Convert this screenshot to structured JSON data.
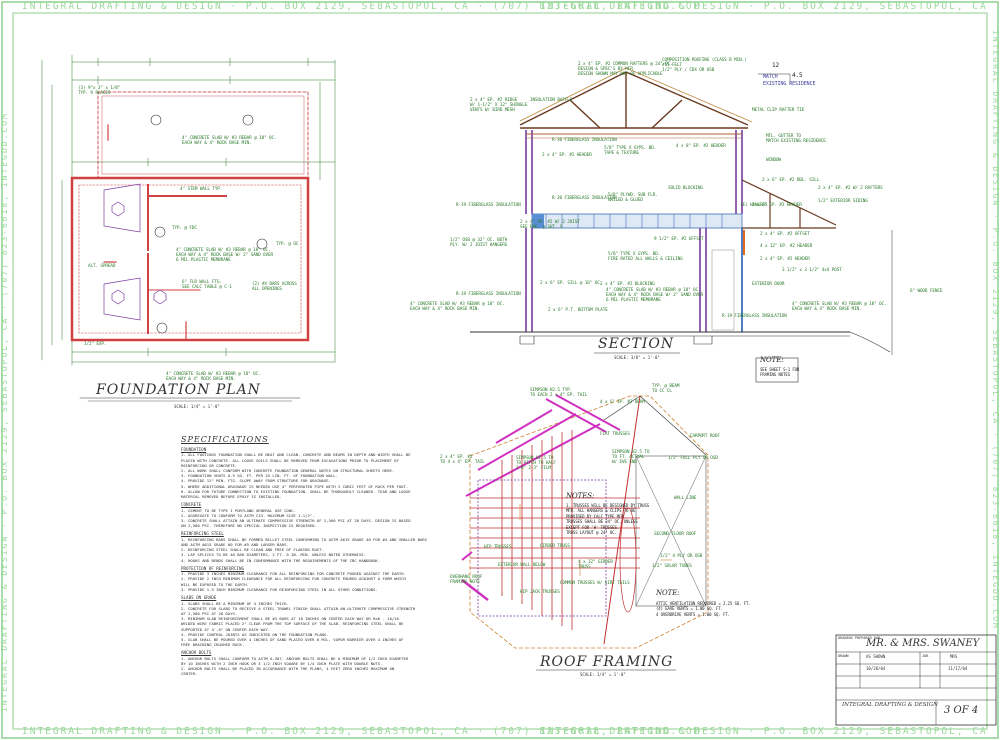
{
  "border_text": "INTEGRAL DRAFTING & DESIGN  ·  P.O. BOX 2129, SEBASTOPOL, CA  ·  (707) 823-6618, INTEGDD.COM",
  "foundation": {
    "title": "FOUNDATION PLAN",
    "scale": "SCALE: 1/4\" = 1'-0\"",
    "labels": [
      "(3) 9\"x 3\" x 1/8\"\nTYP. 9 PLACES",
      "4\" CONCRETE SLAB W/ #3 REBAR @ 18\" OC.\nEACH WAY & 4\" ROCK BASE MIN.",
      "4\" STEM WALL TYP.",
      "TYP. @ FDC",
      "TYP. @ OC",
      "4\" CONCRETE SLAB W/ #3 REBAR @ 18\" OC.\nEACH WAY & 4\" ROCK BASE W/ 2\" SAND OVER\n6 MIL PLASTIC MEMBRANE",
      "ALT. SPREAD",
      "(2) #4 BARS ACROSS\nALL OPENINGS",
      "6\" FLR WALL FTG.\nSEE CALC TABLE @ C-1",
      "1/2\" EXP.",
      "4\" CONCRETE SLAB W/ #3 REBAR @ 18\" OC.\nEACH WAY & 4\" ROCK BASE MIN."
    ]
  },
  "section": {
    "title": "SECTION",
    "scale": "SCALE: 3/8\" = 1'-0\"",
    "pitch_run": "12",
    "pitch_rise": "4.5",
    "match_label": "MATCH\nEXISTING RESIDENCE",
    "note_title": "NOTE:",
    "note_body": "SEE SHEET S-1 FOR\nFRAMING NOTES",
    "labels": [
      "2 x 4\" EP. #2 COMMON RAFTERS @ 24\" OC.\nDESIGN & SPEC'S BY MFR.\nDESIGN SHOWN MAY NOT BE APPLICABLE",
      "COMPOSITION ROOFING (CLASS B MIN.)\n#15 FELT\n1/2\" PLY / CDX OR OSB",
      "2 x 4\" EP. #2 RIDGE\nW/ 1-1/2\" X 12\" SHINGLE\nVENTS W/ BIRD MESH",
      "INSULATION BAFFLE",
      "METAL CLIP RAFTER TIE",
      "R-30 FIBERGLASS INSULATION",
      "5/8\" TYPE X GYPS. BD.\nTAPE & TEXTURE",
      "4 x 8\" EP. #2 HEADER",
      "2 x 4\" EP. #2 HEADER",
      "MTL. GUTTER TO\nMATCH EXISTING RESIDENCE",
      "WINDOW",
      "2 x 6\" EP. #2 DBL. SILL",
      "2 x 4\" EP. #2 W/ 2 RAFTERS",
      "1/2\" EXTERIOR SIDING",
      "2 x 6\" EP. #2 HEADER",
      "R-30 FIBERGLASS INSULATION",
      "5/8\" PLYWD. SUB FLR.\nNAILED & GLUED",
      "SOLID BLOCKING",
      "(E) HANGERS",
      "R-19 FIBERGLASS INSULATION",
      "2 x 4\" EP. #2 W/ 2 JOIST\nSEE ENG. @ SHT. S",
      "9 1/2\" EP. #2 OFFSET",
      "1/2\" OSB @ 32\" OC. BOTH\nPLY. W/ 2 JOIST HANGERS",
      "2 x 4\" EP. #2 OFFSET",
      "5/8\" TYPE X GYPS. BD.\nFIRE RATED ALL WALLS & CEILING",
      "2 x 6\" EP. SILL @ 16\" OC.",
      "EXTERIOR DOOR",
      "2 x 4\" EP. #2 BLOCKING",
      "4\" CONCRETE SLAB W/ #3 REBAR @ 18\" OC.\nEACH WAY & 4\" ROCK BASE W/ 2\" SAND OVER\n6 MIL PLASTIC MEMBRANE",
      "R-19 FIBERGLASS INSULATION",
      "2 x 6\" P.T. BOTTOM PLATE",
      "R-19 FIBERGLASS INSULATION",
      "4\" CONCRETE SLAB W/ #3 REBAR @ 18\" OC.\nEACH WAY & 4\" ROCK BASE MIN.",
      "4\" CONCRETE SLAB W/ #3 REBAR @ 18\" OC.\nEACH WAY & 4\" ROCK BASE MIN.",
      "6\" WOOD FENCE",
      "3 1/2\" x 3 1/2\" 4x4 POST",
      "4 x 12\" EP. #2 HEADER",
      "2 x 4\" EP. #2 HEADER"
    ]
  },
  "roof": {
    "title": "ROOF FRAMING",
    "scale": "SCALE: 1/4\" = 1'-0\"",
    "note1_title": "NOTES:",
    "note1_body": "1. TRUSSES WILL BE DESIGNED BY TRUSS\nMFR. ALL HANGERS & CLIPS TO BE\nPROVIDED BY CALC TYPE MFR.\nTRUSSES SHALL BE 24\" OC. UNLESS\nEXCEPT FOR 'H' TRUSSES.\nTRUSS LAYOUT @ 24\" OC.",
    "note2_title": "NOTE:",
    "note2_body": "ATTIC VENTILATION REQUIRED = 2.25 SQ. FT.\n(4) EAVE VENTS = 1.00 SQ. FT.\n4 OVERDRIVE VENTS = 1.00 SQ. FT.",
    "labels": [
      "TYP. @ BEAM\nTO CC CL",
      "4 x 6\" EP. #2 BEAM",
      "SIMPSON H2.5 TYP.\nTO EACH 2 x 4\" EP. TAIL",
      "FLAT TRUSSES",
      "CARPORT ROOF",
      "2 x 4\" EP. #2\nTO 4 x 4\" EP. TAIL",
      "SIMPSON H2.5 TO\nTO FT. ACTUAL\nW/ EVE END",
      "SIMPSON H2.5 TO\nTO PITCH TO HALF\n2-8\" 2-3\" FILM",
      "1/2\" FULL PLY OR OSB",
      "WALL LINE",
      "SECOND FLOOR ROOF",
      "GIRDER TRUSS",
      "HIP TRUSSES",
      "EXTERIOR WALL BELOW",
      "4 x 12\" GIRDER\nTRUSS",
      "1/2\" SOLAR TUBES",
      "1/2\" 4 PLY OR OSB",
      "OVERHANG ROOF\nFRAMING NOTE",
      "HIP JACK TRUSSES",
      "COMMON TRUSSES W/ GIRT TAILS"
    ]
  },
  "specifications": {
    "title": "SPECIFICATIONS",
    "sections": [
      {
        "heading": "FOUNDATION",
        "lines": [
          "1.  ALL FOOTINGS FOUNDATION SHALL BE NEAT AND CLEAN. CONCRETE AND BEAMS IN DEPTH AND WIDTH SHALL BE",
          "    PLACED WITH CONCRETE. ALL LOOSE SOILS SHALL BE REMOVED FROM EXCAVATIONS PRIOR TO PLACEMENT OF",
          "    REINFORCING OR CONCRETE.",
          "2.  ALL WORK SHALL CONFORM WITH CONCRETE FOUNDATION GENERAL NOTES ON STRUCTURAL SHEETS HERE.",
          "3.  FOUNDATION VENTS 0.5 SQ. FT. PER 25 LIN. FT. OF FOUNDATION WALL.",
          "4.  PROVIDE 12\" MIN. FTG. SLOPE AWAY FROM STRUCTURE FOR DRAINAGE.",
          "5.  WHERE ADDITIONAL DRAINAGE IS NEEDED USE 4\" PERFORATED PIPE WITH 2 CUBIC FEET OF ROCK PER FOOT.",
          "6.  ALLOW FOR FUTURE CONNECTION TO EXISTING FOUNDATION. SHALL BE THOROUGHLY CLEANED. TEAR AND LOOSE",
          "    MATERIAL REMOVED BEFORE EPOXY IS INSTALLED."
        ]
      },
      {
        "heading": "CONCRETE",
        "lines": [
          "1.  CEMENT TO BE TYPE I PORTLAND GENERAL USE CONC.",
          "2.  AGGREGATE TO CONFORM TO ASTM C33. MAXIMUM SIZE 1-1/2\".",
          "3.  CONCRETE SHALL ATTAIN AN ULTIMATE COMPRESSIVE STRENGTH OF 2,500 PSI AT 28 DAYS. DESIGN IS BASED",
          "    ON 2,500 PSI. THEREFORE NO SPECIAL INSPECTION IS REQUIRED."
        ]
      },
      {
        "heading": "REINFORCING STEEL",
        "lines": [
          "1.  REINFORCING BARS SHALL BE FORMED BILLET STEEL CONFORMING TO ASTM A615 GRADE 40 FOR #4 AND SMALLER BARS",
          "    AND ASTM A615 GRADE 60 FOR #5 AND LARGER BARS.",
          "2.  REINFORCING STEEL SHALL BE CLEAN AND FREE OF FLAKING RUST.",
          "3.  LAP SPLICES TO BE 40 BAR DIAMETERS, 2 FT. 0 IN. MIN. UNLESS NOTED OTHERWISE.",
          "4.  HOOKS AND BENDS SHALL BE IN CONFORMANCE WITH THE REQUIREMENTS OF THE CBC HANDBOOK."
        ]
      },
      {
        "heading": "PROTECTION OF REINFORCING",
        "lines": [
          "1.  PROVIDE 3 INCHES MINIMUM CLEARANCE FOR ALL REINFORCING FOR CONCRETE POURED AGAINST THE EARTH.",
          "2.  PROVIDE 2 INCH MINIMUM CLEARANCE FOR ALL REINFORCING FOR CONCRETE POURED AGAINST A FORM WHICH",
          "    WILL BE EXPOSED TO THE EARTH.",
          "3.  PROVIDE 1.5 INCH MINIMUM CLEARANCE FOR REINFORCING STEEL IN ALL OTHER CONDITIONS."
        ]
      },
      {
        "heading": "SLABS ON GRADE",
        "lines": [
          "1.  SLABS SHALL BE A MINIMUM OF 4 INCHES THICK.",
          "2.  CONCRETE FOR SLABS TO RECEIVE A STEEL TROWEL FINISH SHALL ATTAIN AN ULTIMATE COMPRESSIVE STRENGTH",
          "    OF 2,500 PSI AT 28 DAYS.",
          "3.  MINIMUM SLAB REINFORCEMENT SHALL BE #3 BARS AT 18 INCHES ON CENTER EACH WAY OR 6x6 - 10/10",
          "    WELDED WIRE FABRIC PLACED 2\" CLEAR FROM THE TOP SURFACE OF THE SLAB. REINFORCING STEEL SHALL BE",
          "    SUPPORTED AT 4'-0\" ON CENTER EACH WAY.",
          "4.  PROVIDE CONTROL JOINTS AS INDICATED ON THE FOUNDATION PLANS.",
          "5.  SLAB SHALL BE POURED OVER 4 INCHES OF SAND PLACED OVER 6 MIL. VAPOR BARRIER OVER 4 INCHES OF",
          "    FREE DRAINING CRUSHED ROCK."
        ]
      },
      {
        "heading": "ANCHOR BOLTS",
        "lines": [
          "1.  ANCHOR BOLTS SHALL CONFORM TO ASTM A-307. ANCHOR BOLTS SHALL BE A MINIMUM OF 1/2 INCH DIAMETER",
          "    BY 10 INCHES WITH 2 INCH HOOK OR 3 1/2 INCH SQUARE BY 1/4 INCH PLATE WITH DOUBLE NUTS.",
          "2.  ANCHOR BOLTS SHALL BE PLACED IN ACCORDANCE WITH THE PLANS, 4 FEET ZERO INCHES MAXIMUM ON",
          "    CENTER."
        ]
      }
    ]
  },
  "title_block": {
    "project_label": "DRAWING PREPARED FOR",
    "project": "MR. & MRS. SWANEY",
    "drawn_label": "DRAWN",
    "drawn_by": "AS SHOWN",
    "date": "10/28/04",
    "job_label": "JOB",
    "job": "MRS",
    "revision_date": "11/17/04",
    "firm": "INTEGRAL DRAFTING & DESIGN",
    "sheet": "3 OF 4"
  }
}
